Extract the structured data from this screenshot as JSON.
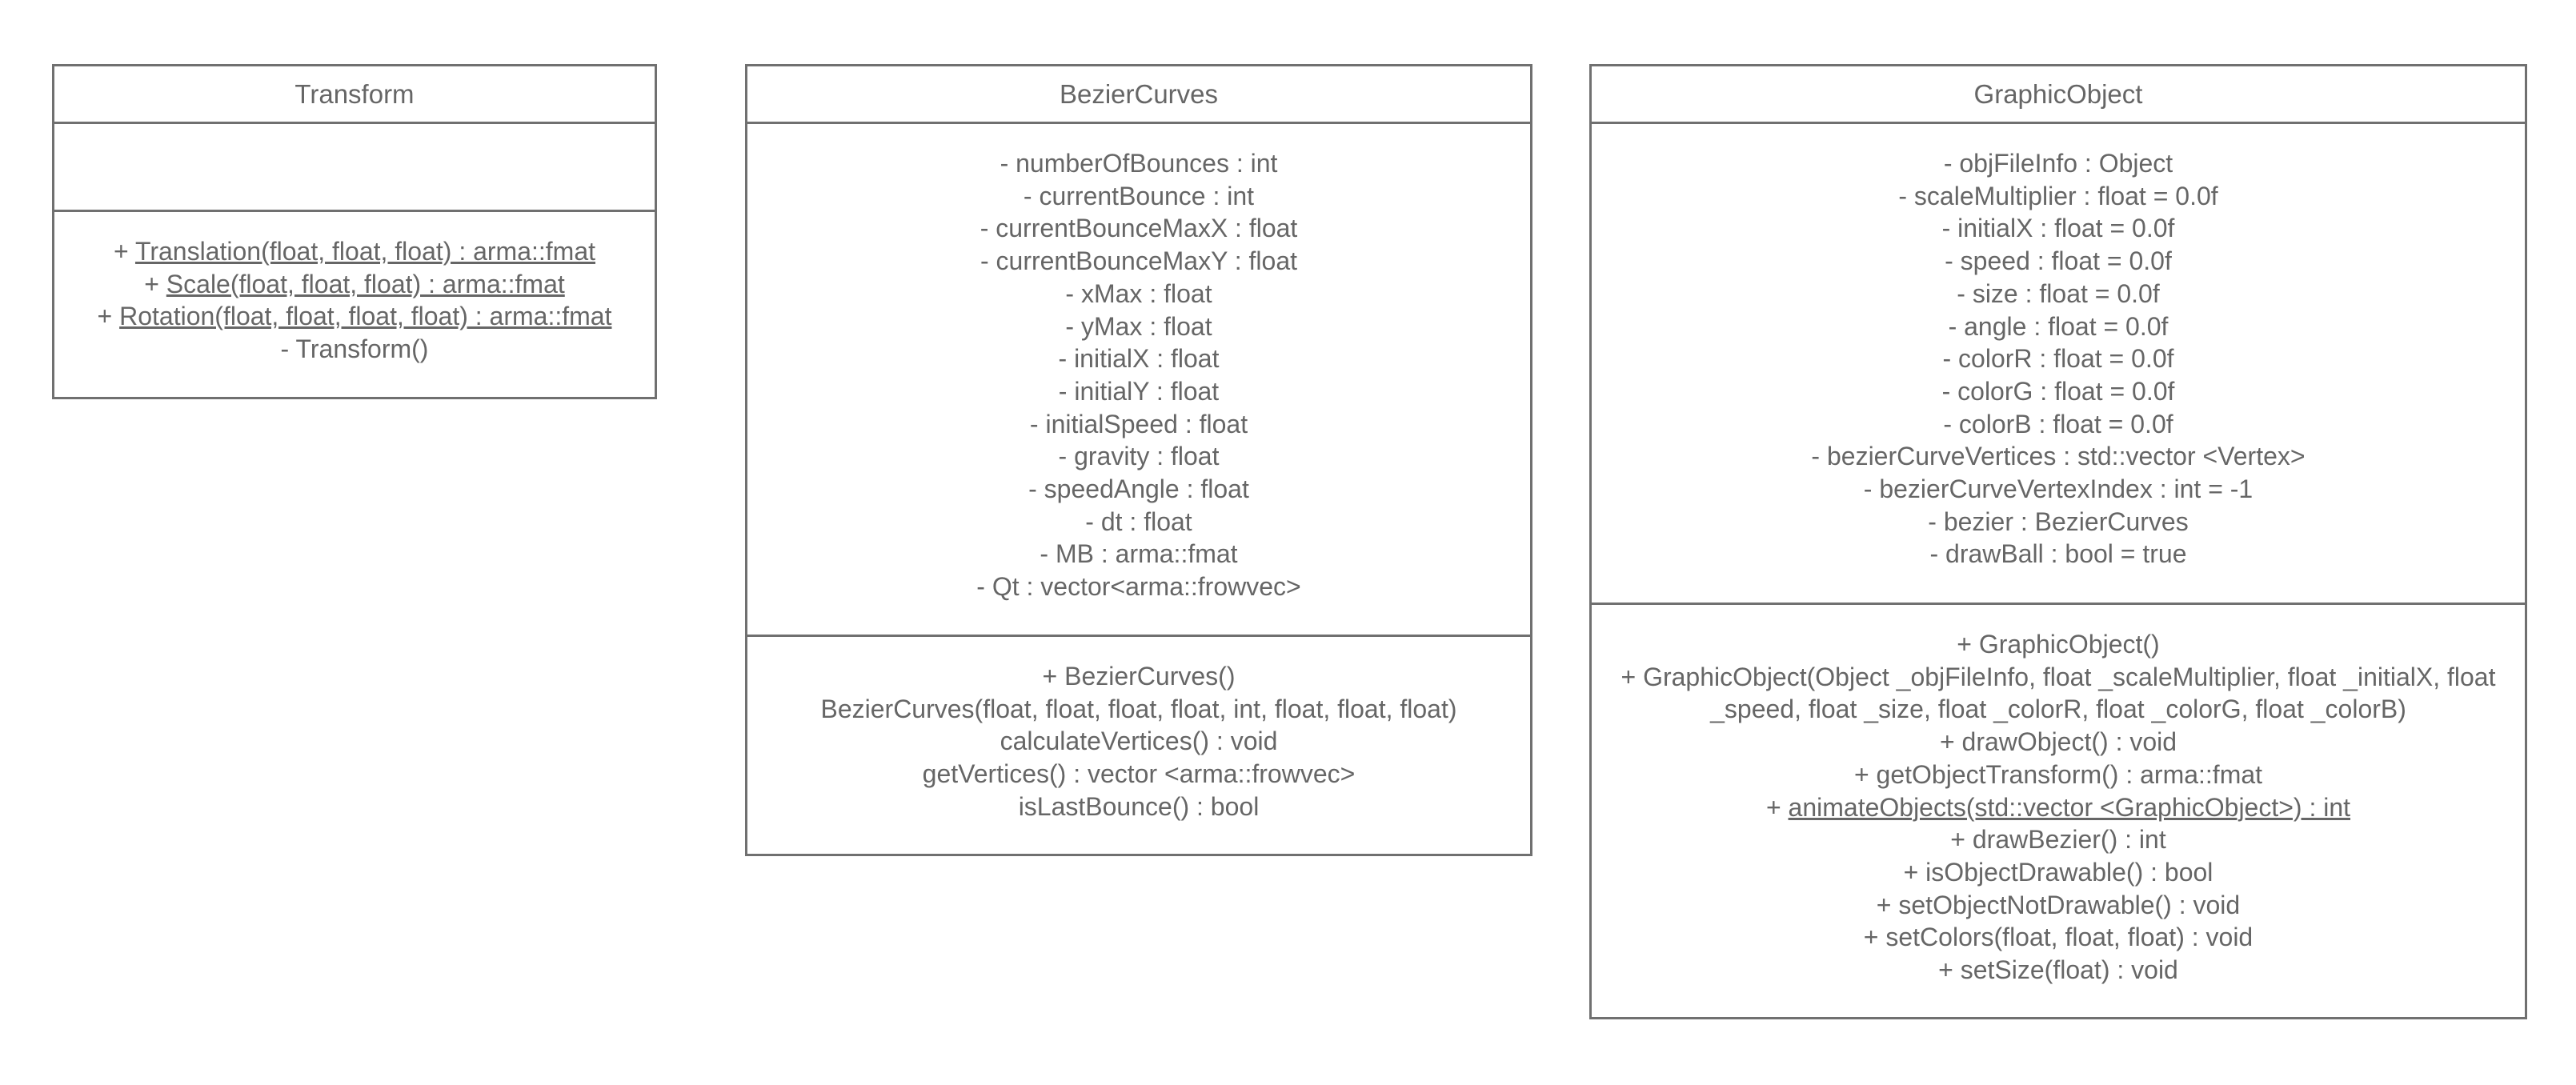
{
  "classes": {
    "transform": {
      "name": "Transform",
      "attributes": [],
      "operations": [
        {
          "prefix": "+ ",
          "signature": "Translation(float, float, float) : arma::fmat",
          "static": true
        },
        {
          "prefix": "+ ",
          "signature": "Scale(float, float, float) : arma::fmat",
          "static": true
        },
        {
          "prefix": "+ ",
          "signature": "Rotation(float, float, float, float) : arma::fmat",
          "static": true
        },
        {
          "prefix": "",
          "signature": "- Transform()",
          "static": false
        }
      ]
    },
    "bezier_curves": {
      "name": "BezierCurves",
      "attributes": [
        "- numberOfBounces : int",
        "- currentBounce : int",
        "- currentBounceMaxX : float",
        "- currentBounceMaxY : float",
        "- xMax : float",
        "- yMax : float",
        "- initialX : float",
        "- initialY : float",
        "- initialSpeed : float",
        "- gravity : float",
        "- speedAngle : float",
        "- dt : float",
        "- MB : arma::fmat",
        "- Qt : vector<arma::frowvec>"
      ],
      "operations": [
        {
          "prefix": "",
          "signature": "+ BezierCurves()",
          "static": false
        },
        {
          "prefix": "",
          "signature": "BezierCurves(float, float, float, float, int, float, float, float)",
          "static": false
        },
        {
          "prefix": "",
          "signature": "calculateVertices() : void",
          "static": false
        },
        {
          "prefix": "",
          "signature": "getVertices() : vector <arma::frowvec>",
          "static": false
        },
        {
          "prefix": "",
          "signature": "isLastBounce() : bool",
          "static": false
        }
      ]
    },
    "graphic_object": {
      "name": "GraphicObject",
      "attributes": [
        "- objFileInfo : Object",
        "- scaleMultiplier : float = 0.0f",
        "- initialX : float = 0.0f",
        "- speed : float = 0.0f",
        "- size : float = 0.0f",
        "- angle : float = 0.0f",
        "- colorR : float = 0.0f",
        "- colorG : float = 0.0f",
        "- colorB : float = 0.0f",
        "- bezierCurveVertices : std::vector <Vertex>",
        "- bezierCurveVertexIndex : int = -1",
        "- bezier : BezierCurves",
        "- drawBall : bool = true"
      ],
      "operations": [
        {
          "prefix": "",
          "signature": "+ GraphicObject()",
          "static": false
        },
        {
          "prefix": "",
          "signature": "+ GraphicObject(Object _objFileInfo, float _scaleMultiplier, float _initialX, float _speed, float _size, float _colorR, float _colorG, float _colorB)",
          "static": false
        },
        {
          "prefix": "",
          "signature": "+ drawObject() : void",
          "static": false
        },
        {
          "prefix": "",
          "signature": "+ getObjectTransform() : arma::fmat",
          "static": false
        },
        {
          "prefix": "+ ",
          "signature": "animateObjects(std::vector <GraphicObject>) : int",
          "static": true
        },
        {
          "prefix": "",
          "signature": "+ drawBezier() : int",
          "static": false
        },
        {
          "prefix": "",
          "signature": "+ isObjectDrawable() : bool",
          "static": false
        },
        {
          "prefix": "",
          "signature": "+ setObjectNotDrawable() : void",
          "static": false
        },
        {
          "prefix": "",
          "signature": "+ setColors(float, float, float) : void",
          "static": false
        },
        {
          "prefix": "",
          "signature": "+ setSize(float) : void",
          "static": false
        }
      ]
    }
  },
  "colors": {
    "border": "#707070",
    "text": "#666666",
    "background": "#ffffff"
  }
}
